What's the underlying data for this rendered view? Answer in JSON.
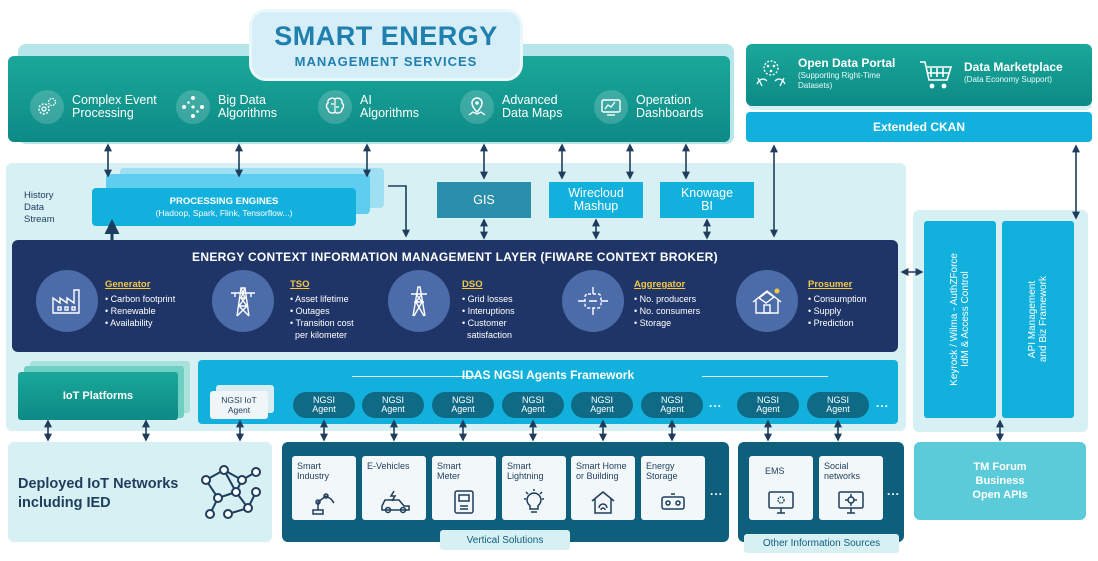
{
  "title": {
    "main": "SMART ENERGY",
    "sub": "MANAGEMENT SERVICES"
  },
  "services": [
    {
      "label": "Complex Event\nProcessing",
      "icon": "gear-cluster-icon"
    },
    {
      "label": "Big Data\nAlgorithms",
      "icon": "network-diamond-icon"
    },
    {
      "label": "AI\nAlgorithms",
      "icon": "brain-icon"
    },
    {
      "label": "Advanced\nData Maps",
      "icon": "map-pin-icon"
    },
    {
      "label": "Operation\nDashboards",
      "icon": "dashboard-icon"
    }
  ],
  "open_data": {
    "portal_title": "Open Data Portal",
    "portal_sub": "(Supporting Right-Time\nDatasets)",
    "market_title": "Data Marketplace",
    "market_sub": "(Data Economy Support)"
  },
  "ckan": "Extended CKAN",
  "history": "History\nData\nStream",
  "processing": {
    "title": "PROCESSING ENGINES",
    "sub": "(Hadoop, Spark, Flink, Tensorflow...)"
  },
  "gis": "GIS",
  "wirecloud": "Wirecloud\nMashup",
  "knowage": "Knowage\nBI",
  "context_layer": {
    "title": "ENERGY CONTEXT INFORMATION MANAGEMENT LAYER (FIWARE CONTEXT BROKER)",
    "categories": [
      {
        "name": "Generator",
        "icon": "factory-icon",
        "items": [
          "• Carbon footprint",
          "• Renewable",
          "• Availability"
        ]
      },
      {
        "name": "TSO",
        "icon": "power-tower-icon",
        "items": [
          "• Asset lifetime",
          "• Outages",
          "• Transition cost",
          "  per kilometer"
        ]
      },
      {
        "name": "DSO",
        "icon": "pylon-icon",
        "items": [
          "• Grid losses",
          "• Interuptions",
          "• Customer",
          "  satisfaction"
        ]
      },
      {
        "name": "Aggregator",
        "icon": "aggregator-icon",
        "items": [
          "• No. producers",
          "• No. consumers",
          "• Storage"
        ]
      },
      {
        "name": "Prosumer",
        "icon": "solar-house-icon",
        "items": [
          "• Consumption",
          "• Supply",
          "• Prediction"
        ]
      }
    ]
  },
  "iot_platforms": "IoT Platforms",
  "idas": {
    "title": "IDAS NGSI Agents Framework",
    "iot_agent": "NGSI IoT\nAgent",
    "agent_label": "NGSI\nAgent",
    "dots": "..."
  },
  "right_column": {
    "keyrock": "Keyrock / Wilma - AuthZForce\nIdM & Access Control",
    "api_mgmt": "API Management\nand Biz Framework"
  },
  "deployed": "Deployed IoT Networks\nincluding IED",
  "vertical_solutions": {
    "label": "Vertical Solutions",
    "cards": [
      {
        "label": "Smart\nIndustry",
        "icon": "robot-arm-icon"
      },
      {
        "label": "E-Vehicles",
        "icon": "electric-car-icon"
      },
      {
        "label": "Smart\nMeter",
        "icon": "meter-icon"
      },
      {
        "label": "Smart\nLightning",
        "icon": "lightbulb-icon"
      },
      {
        "label": "Smart Home\nor Building",
        "icon": "home-icon"
      },
      {
        "label": "Energy\nStorage",
        "icon": "battery-icon"
      }
    ]
  },
  "other_sources": {
    "label": "Other Information Sources",
    "cards": [
      {
        "label": "EMS",
        "icon": "monitor-icon"
      },
      {
        "label": "Social\nnetworks",
        "icon": "social-monitor-icon"
      }
    ]
  },
  "tmforum": "TM Forum\nBusiness\nOpen APIs",
  "colors": {
    "teal": "#0d8a86",
    "navy": "#1f3568",
    "cyan": "#12b1dd",
    "light": "#d7f0f4",
    "dark_teal": "#0d5f7c",
    "accent_yellow": "#f5c842"
  }
}
